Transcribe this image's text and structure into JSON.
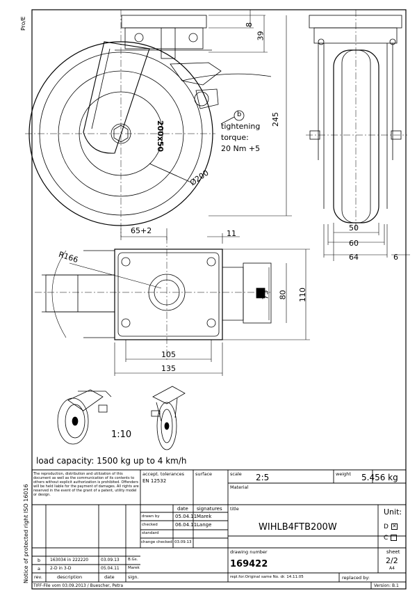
{
  "side_label": "Pro/E",
  "legal_side": "Notice of protected right ISO 16016",
  "dims": {
    "d8": "8",
    "d39": "39",
    "d245": "245",
    "bubble": "b",
    "tighten_1": "tightening",
    "tighten_2": "torque:",
    "tighten_3": "20 Nm +5",
    "wheel_label": "200x50",
    "dia200": "Ø200",
    "d65": "65+2",
    "d11": "11",
    "r166": "R166",
    "d75": "75",
    "d80": "80",
    "d110": "110",
    "d105": "105",
    "d135": "135",
    "d50": "50",
    "d60": "60",
    "d64": "64",
    "d6": "6"
  },
  "scale_note": "1:10",
  "load_capacity": "load capacity: 1500 kg up to 4 km/h",
  "title_block": {
    "reproduction_notice": "The reproduction, distribution and utilization of this document as well as the communication of its contents to others without explicit authorization is prohibited. Offenders will be held liable for the payment of damages. All rights are reserved in the event of the grant of a patent, utility model or design.",
    "accept_tol_label": "accept. tolerances",
    "accept_tol_value": "EN 12532",
    "surface_label": "surface",
    "scale_label": "scale",
    "scale_value": "2:5",
    "weight_label": "weight",
    "weight_value": "5.456 kg",
    "material_label": "Material",
    "date_hdr": "date",
    "signatures_hdr": "signatures",
    "title_label": "title",
    "drawn_label": "drawn by",
    "drawn_date": "05.04.11",
    "drawn_sig": "Marek",
    "checked_label": "checked",
    "checked_date": "06.04.11",
    "checked_sig": "Lange",
    "standard_label": "standard",
    "change_label": "change checked",
    "change_date": "03.09.13",
    "title_value": "WIHLB4FTB200W",
    "unit_label": "Unit:",
    "unit_d": "D",
    "unit_c": "C",
    "drawing_no_label": "drawing number",
    "drawing_no_value": "169422",
    "sheet_label": "sheet",
    "sheet_value": "2/2",
    "sheet_size": "A4",
    "repl_for": "repl.for:Original same No. dr. 14.11.05",
    "replaced_by": "replaced by:",
    "rev_b_id": "b",
    "rev_b_desc": "163034 in 222220",
    "rev_b_date": "03.09.13",
    "rev_b_name": "B.Gs.",
    "rev_a_id": "a",
    "rev_a_desc": "2-D in 3-D",
    "rev_a_date": "05.04.11",
    "rev_a_name": "Marek",
    "rev_hdr": "rev.",
    "desc_hdr": "description",
    "date_hdr2": "date",
    "sign_hdr": "sign.",
    "tiff_note": "TIFF-File vom 03.09.2013 / Buescher, Petra",
    "version": "Version: B.1"
  }
}
